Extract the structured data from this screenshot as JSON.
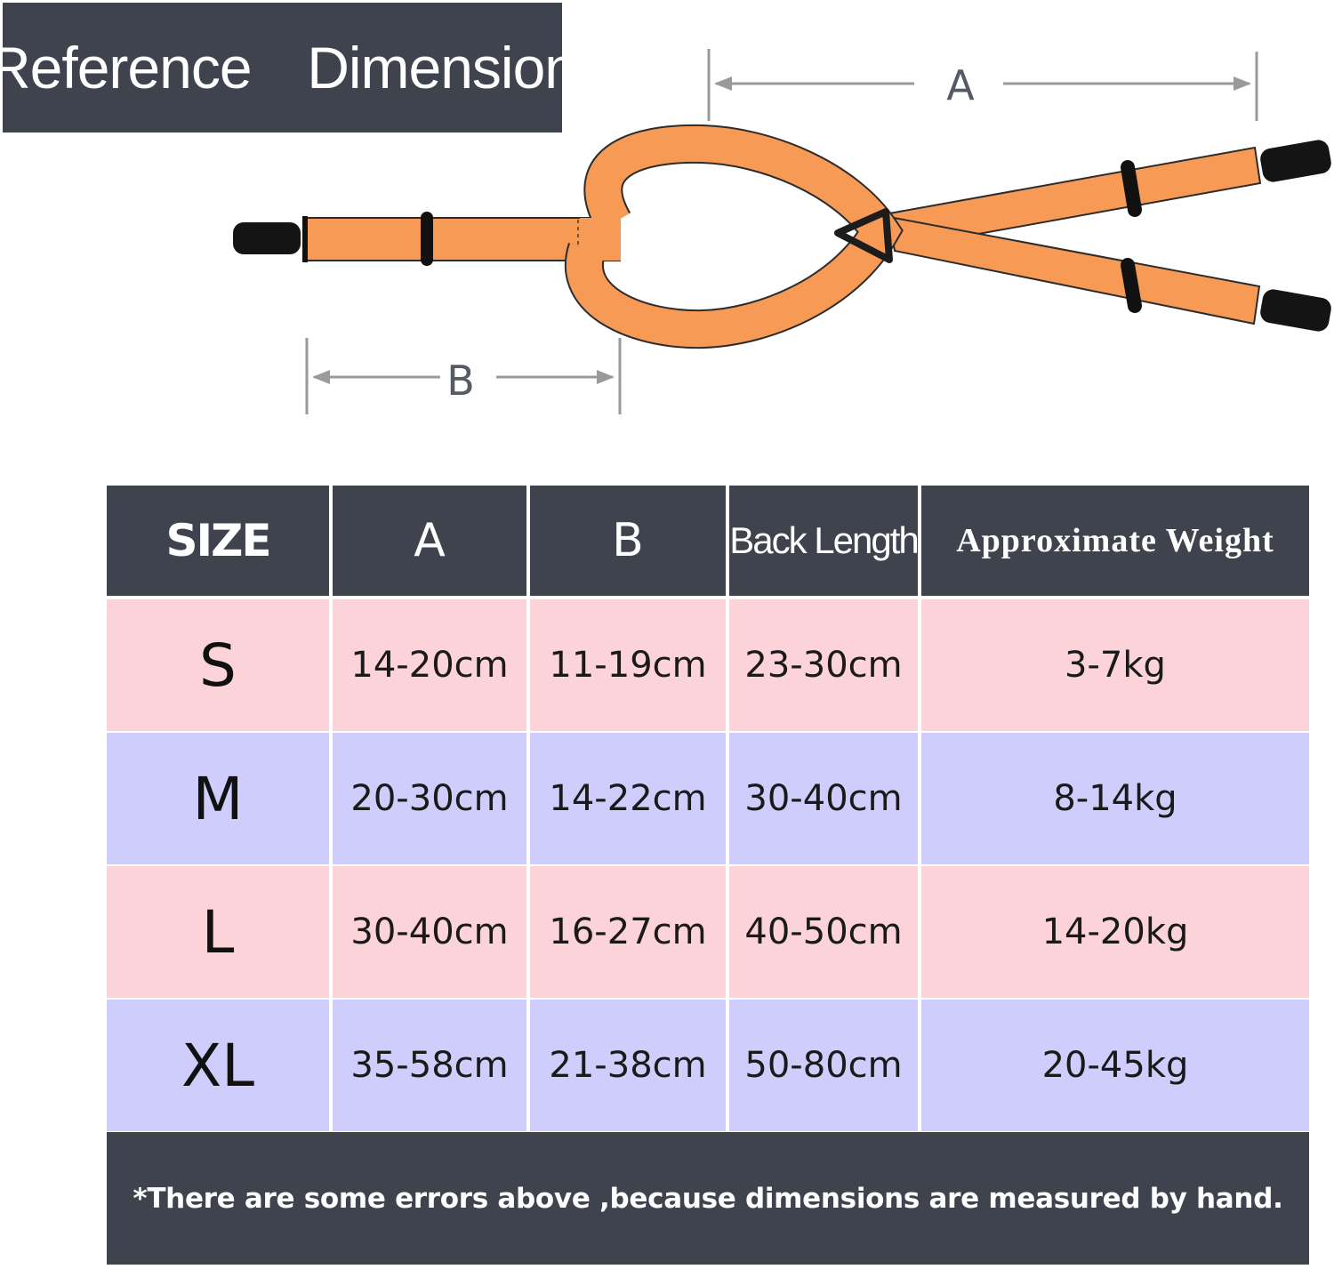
{
  "title": "Reference  Dimension",
  "diagram": {
    "label_a": "A",
    "label_b": "B",
    "colors": {
      "strap": "#f79a55",
      "strap_outline": "#2c2c2c",
      "clip": "#141414",
      "ring": "#1c1c1c",
      "dimension_line": "#9a9a9a"
    }
  },
  "table": {
    "headers": {
      "size": "SIZE",
      "a": "A",
      "b": "B",
      "back_length": "Back Length",
      "weight": "Approximate Weight"
    },
    "rows": [
      {
        "size": "S",
        "a": "14-20cm",
        "b": "11-19cm",
        "back_length": "23-30cm",
        "weight": "3-7kg"
      },
      {
        "size": "M",
        "a": "20-30cm",
        "b": "14-22cm",
        "back_length": "30-40cm",
        "weight": "8-14kg"
      },
      {
        "size": "L",
        "a": "30-40cm",
        "b": "16-27cm",
        "back_length": "40-50cm",
        "weight": "14-20kg"
      },
      {
        "size": "XL",
        "a": "35-58cm",
        "b": "21-38cm",
        "back_length": "50-80cm",
        "weight": "20-45kg"
      }
    ],
    "colors": {
      "header_bg": "#3e434d",
      "row_pink": "#fbd3d8",
      "row_lavender": "#cfcdfb"
    }
  },
  "footer_note": "*There are some errors above ,because dimensions are measured by hand."
}
